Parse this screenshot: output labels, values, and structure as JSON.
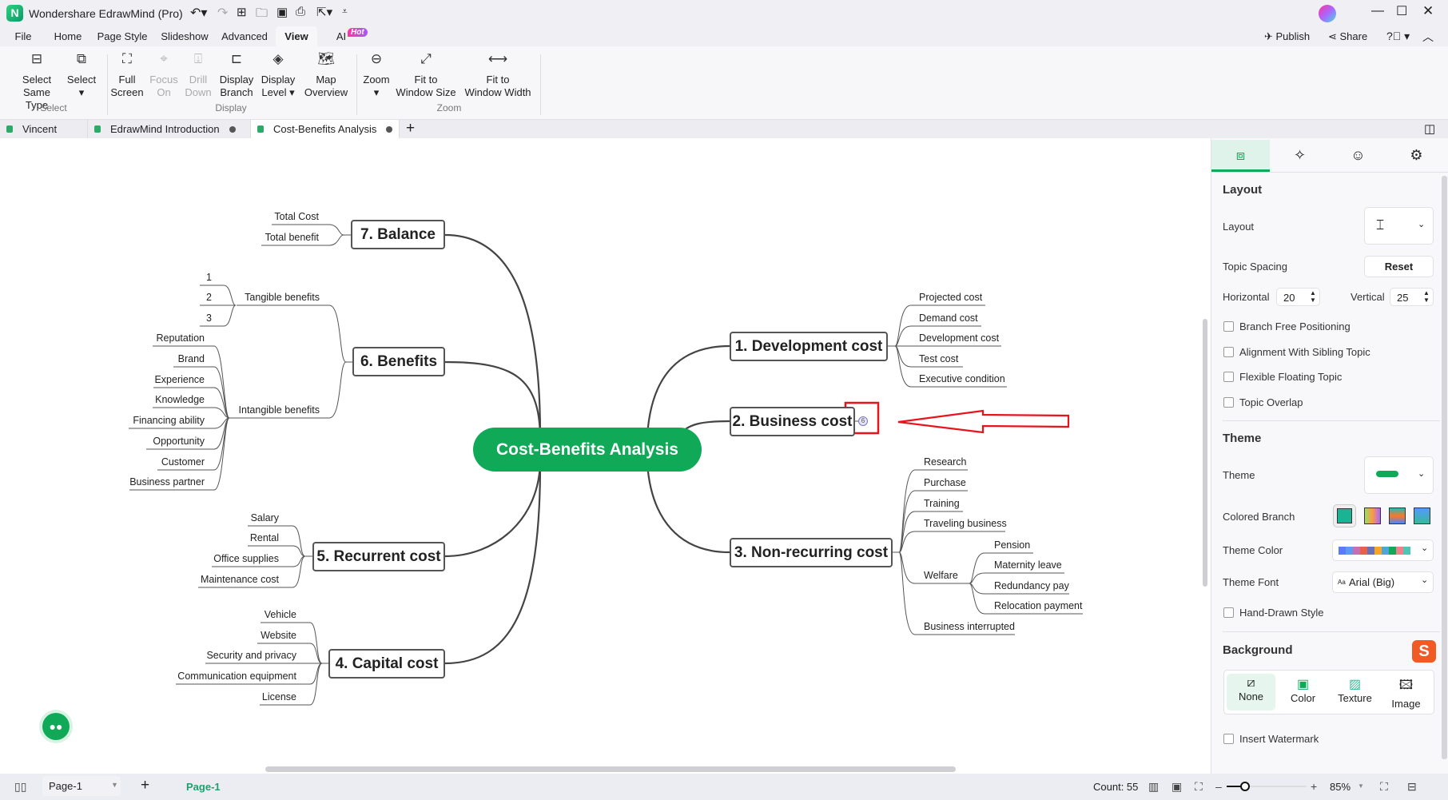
{
  "app": {
    "title": "Wondershare EdrawMind (Pro)"
  },
  "menu": {
    "tabs": [
      "File",
      "Home",
      "Page Style",
      "Slideshow",
      "Advanced",
      "View",
      "AI"
    ],
    "active": "View",
    "ai_badge": "Hot"
  },
  "header_actions": {
    "publish": "Publish",
    "share": "Share"
  },
  "ribbon": {
    "buttons": [
      {
        "label1": "Select",
        "label2": "Same Type",
        "icon": "select-same-type-icon"
      },
      {
        "label1": "Select",
        "label2": "▾",
        "icon": "select-icon"
      },
      {
        "label1": "Full",
        "label2": "Screen",
        "icon": "full-screen-icon"
      },
      {
        "label1": "Focus",
        "label2": "On",
        "icon": "focus-icon",
        "disabled": true
      },
      {
        "label1": "Drill",
        "label2": "Down",
        "icon": "drill-down-icon",
        "disabled": true
      },
      {
        "label1": "Display",
        "label2": "Branch",
        "icon": "display-branch-icon"
      },
      {
        "label1": "Display",
        "label2": "Level ▾",
        "icon": "layers-icon"
      },
      {
        "label1": "Map",
        "label2": "Overview",
        "icon": "map-icon"
      },
      {
        "label1": "Zoom",
        "label2": "▾",
        "icon": "zoom-icon"
      },
      {
        "label1": "Fit to",
        "label2": "Window Size",
        "icon": "fit-window-size-icon"
      },
      {
        "label1": "Fit to",
        "label2": "Window Width",
        "icon": "fit-window-width-icon"
      }
    ],
    "groups": [
      "Select",
      "Display",
      "Zoom"
    ]
  },
  "doc_tabs": [
    {
      "label": "Vincent"
    },
    {
      "label": "EdrawMind Introduction"
    },
    {
      "label": "Cost-Benefits Analysis",
      "active": true
    }
  ],
  "mindmap": {
    "central": "Cost-Benefits Analysis",
    "central_color": "#0fa958",
    "topics": {
      "development": {
        "label": "1. Development cost",
        "children": [
          "Projected cost",
          "Demand cost",
          "Development cost",
          "Test cost",
          "Executive condition"
        ]
      },
      "business": {
        "label": "2. Business cost",
        "collapsed_count": "6"
      },
      "nonrecurring": {
        "label": "3. Non-recurring cost",
        "children": [
          "Research",
          "Purchase",
          "Training",
          "Traveling business",
          "Welfare",
          "Business interrupted"
        ],
        "welfare_children": [
          "Pension",
          "Maternity leave",
          "Redundancy pay",
          "Relocation payment"
        ]
      },
      "capital": {
        "label": "4. Capital cost",
        "children": [
          "Vehicle",
          "Website",
          "Security and privacy",
          "Communication equipment",
          "License"
        ]
      },
      "recurrent": {
        "label": "5. Recurrent cost",
        "children": [
          "Salary",
          "Rental",
          "Office supplies",
          "Maintenance cost"
        ]
      },
      "benefits": {
        "label": "6. Benefits",
        "tangible": "Tangible benefits",
        "tangible_children": [
          "1",
          "2",
          "3"
        ],
        "intangible": "Intangible benefits",
        "intangible_children": [
          "Reputation",
          "Brand",
          "Experience",
          "Knowledge",
          "Financing ability",
          "Opportunity",
          "Customer",
          "Business partner"
        ]
      },
      "balance": {
        "label": "7. Balance",
        "children": [
          "Total Cost",
          "Total benefit"
        ]
      }
    }
  },
  "panel": {
    "layout_heading": "Layout",
    "layout_label": "Layout",
    "topic_spacing": "Topic Spacing",
    "reset": "Reset",
    "horizontal_label": "Horizontal",
    "horizontal_value": "20",
    "vertical_label": "Vertical",
    "vertical_value": "25",
    "checks1": [
      "Branch Free Positioning",
      "Alignment With Sibling Topic",
      "Flexible Floating Topic",
      "Topic Overlap"
    ],
    "theme_heading": "Theme",
    "theme_label": "Theme",
    "colored_branch": "Colored Branch",
    "theme_color": "Theme Color",
    "theme_colors": [
      "#5b7cfa",
      "#5b9bf5",
      "#c86fb2",
      "#e8604c",
      "#6a6fb8",
      "#f5a623",
      "#4aa8d8",
      "#0fa958",
      "#f0808a",
      "#4dc7b5"
    ],
    "theme_font": "Theme Font",
    "theme_font_value": "Arial (Big)",
    "theme_font_prefix": "Aa",
    "hand_drawn": "Hand-Drawn Style",
    "background_heading": "Background",
    "bg_options": [
      "None",
      "Color",
      "Texture",
      "Image"
    ],
    "watermark": "Insert Watermark"
  },
  "status": {
    "page_select": "Page-1",
    "page_tab": "Page-1",
    "count": "Count: 55",
    "zoom": "85%",
    "zoom_level_percent": 85
  }
}
